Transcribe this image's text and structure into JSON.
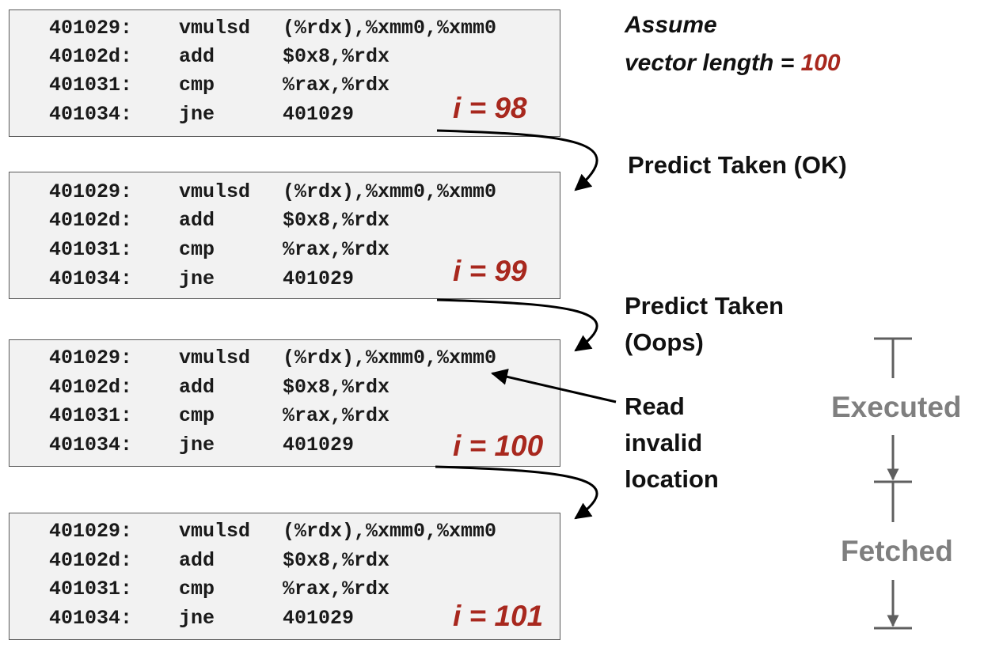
{
  "assume": {
    "line1": "Assume",
    "line2_prefix": "vector length = ",
    "line2_value": "100"
  },
  "colors": {
    "accent": "#a8281e",
    "legend": "#7f7f7f",
    "box_bg": "#f2f2f2"
  },
  "blocks": [
    {
      "iteration": "i = 98",
      "lines": [
        {
          "addr": "401029:",
          "op": "vmulsd",
          "args": "(%rdx),%xmm0,%xmm0"
        },
        {
          "addr": "40102d:",
          "op": "add",
          "args": "$0x8,%rdx"
        },
        {
          "addr": "401031:",
          "op": "cmp",
          "args": "%rax,%rdx"
        },
        {
          "addr": "401034:",
          "op": "jne",
          "args": "401029"
        }
      ]
    },
    {
      "iteration": "i = 99",
      "lines": [
        {
          "addr": "401029:",
          "op": "vmulsd",
          "args": "(%rdx),%xmm0,%xmm0"
        },
        {
          "addr": "40102d:",
          "op": "add",
          "args": "$0x8,%rdx"
        },
        {
          "addr": "401031:",
          "op": "cmp",
          "args": "%rax,%rdx"
        },
        {
          "addr": "401034:",
          "op": "jne",
          "args": "401029"
        }
      ]
    },
    {
      "iteration": "i = 100",
      "lines": [
        {
          "addr": "401029:",
          "op": "vmulsd",
          "args": "(%rdx),%xmm0,%xmm0"
        },
        {
          "addr": "40102d:",
          "op": "add",
          "args": "$0x8,%rdx"
        },
        {
          "addr": "401031:",
          "op": "cmp",
          "args": "%rax,%rdx"
        },
        {
          "addr": "401034:",
          "op": "jne",
          "args": "401029"
        }
      ]
    },
    {
      "iteration": "i = 101",
      "lines": [
        {
          "addr": "401029:",
          "op": "vmulsd",
          "args": "(%rdx),%xmm0,%xmm0"
        },
        {
          "addr": "40102d:",
          "op": "add",
          "args": "$0x8,%rdx"
        },
        {
          "addr": "401031:",
          "op": "cmp",
          "args": "%rax,%rdx"
        },
        {
          "addr": "401034:",
          "op": "jne",
          "args": "401029"
        }
      ]
    }
  ],
  "annotations": {
    "predict_ok": "Predict Taken (OK)",
    "predict_oops_line1": "Predict Taken",
    "predict_oops_line2": "(Oops)",
    "read_line1": "Read",
    "read_line2": "invalid",
    "read_line3": "location"
  },
  "legend": {
    "executed": "Executed",
    "fetched": "Fetched"
  }
}
